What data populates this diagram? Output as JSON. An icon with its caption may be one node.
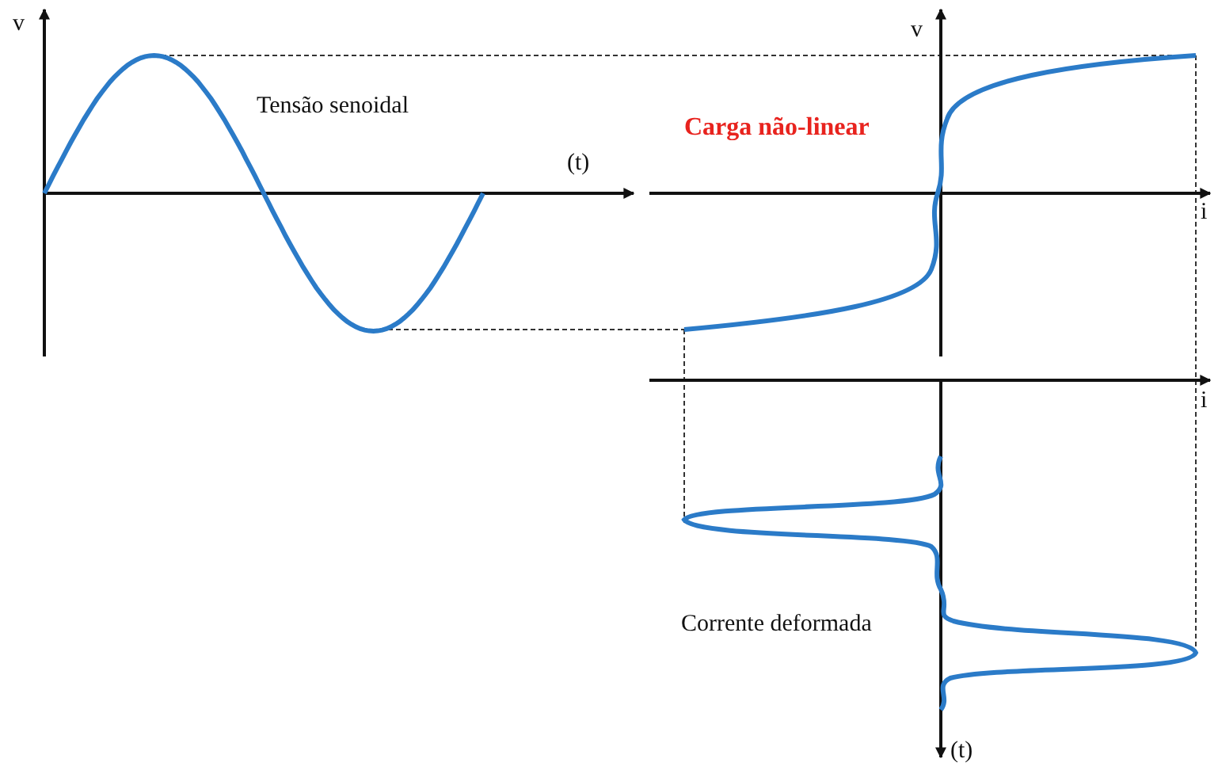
{
  "diagram": {
    "labels": [
      "v",
      "v",
      "Tensão senoidal",
      "Carga não-linear",
      "(t)",
      "i",
      "i",
      "Corrente deformada",
      "(t)"
    ]
  }
}
